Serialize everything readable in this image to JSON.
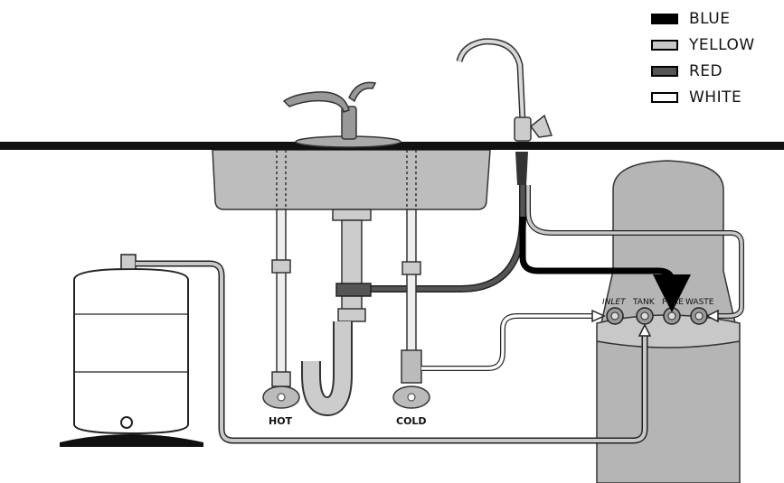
{
  "legend": {
    "items": [
      {
        "label": "BLUE",
        "color": "#000000"
      },
      {
        "label": "YELLOW",
        "color": "#c8c8c8"
      },
      {
        "label": "RED",
        "color": "#555555"
      },
      {
        "label": "WHITE",
        "color": "#ffffff"
      }
    ]
  },
  "valves": {
    "hot_label": "HOT",
    "cold_label": "COLD"
  },
  "ports": {
    "inlet": "INLET",
    "tank": "TANK",
    "pure": "PURE",
    "waste": "WASTE"
  }
}
